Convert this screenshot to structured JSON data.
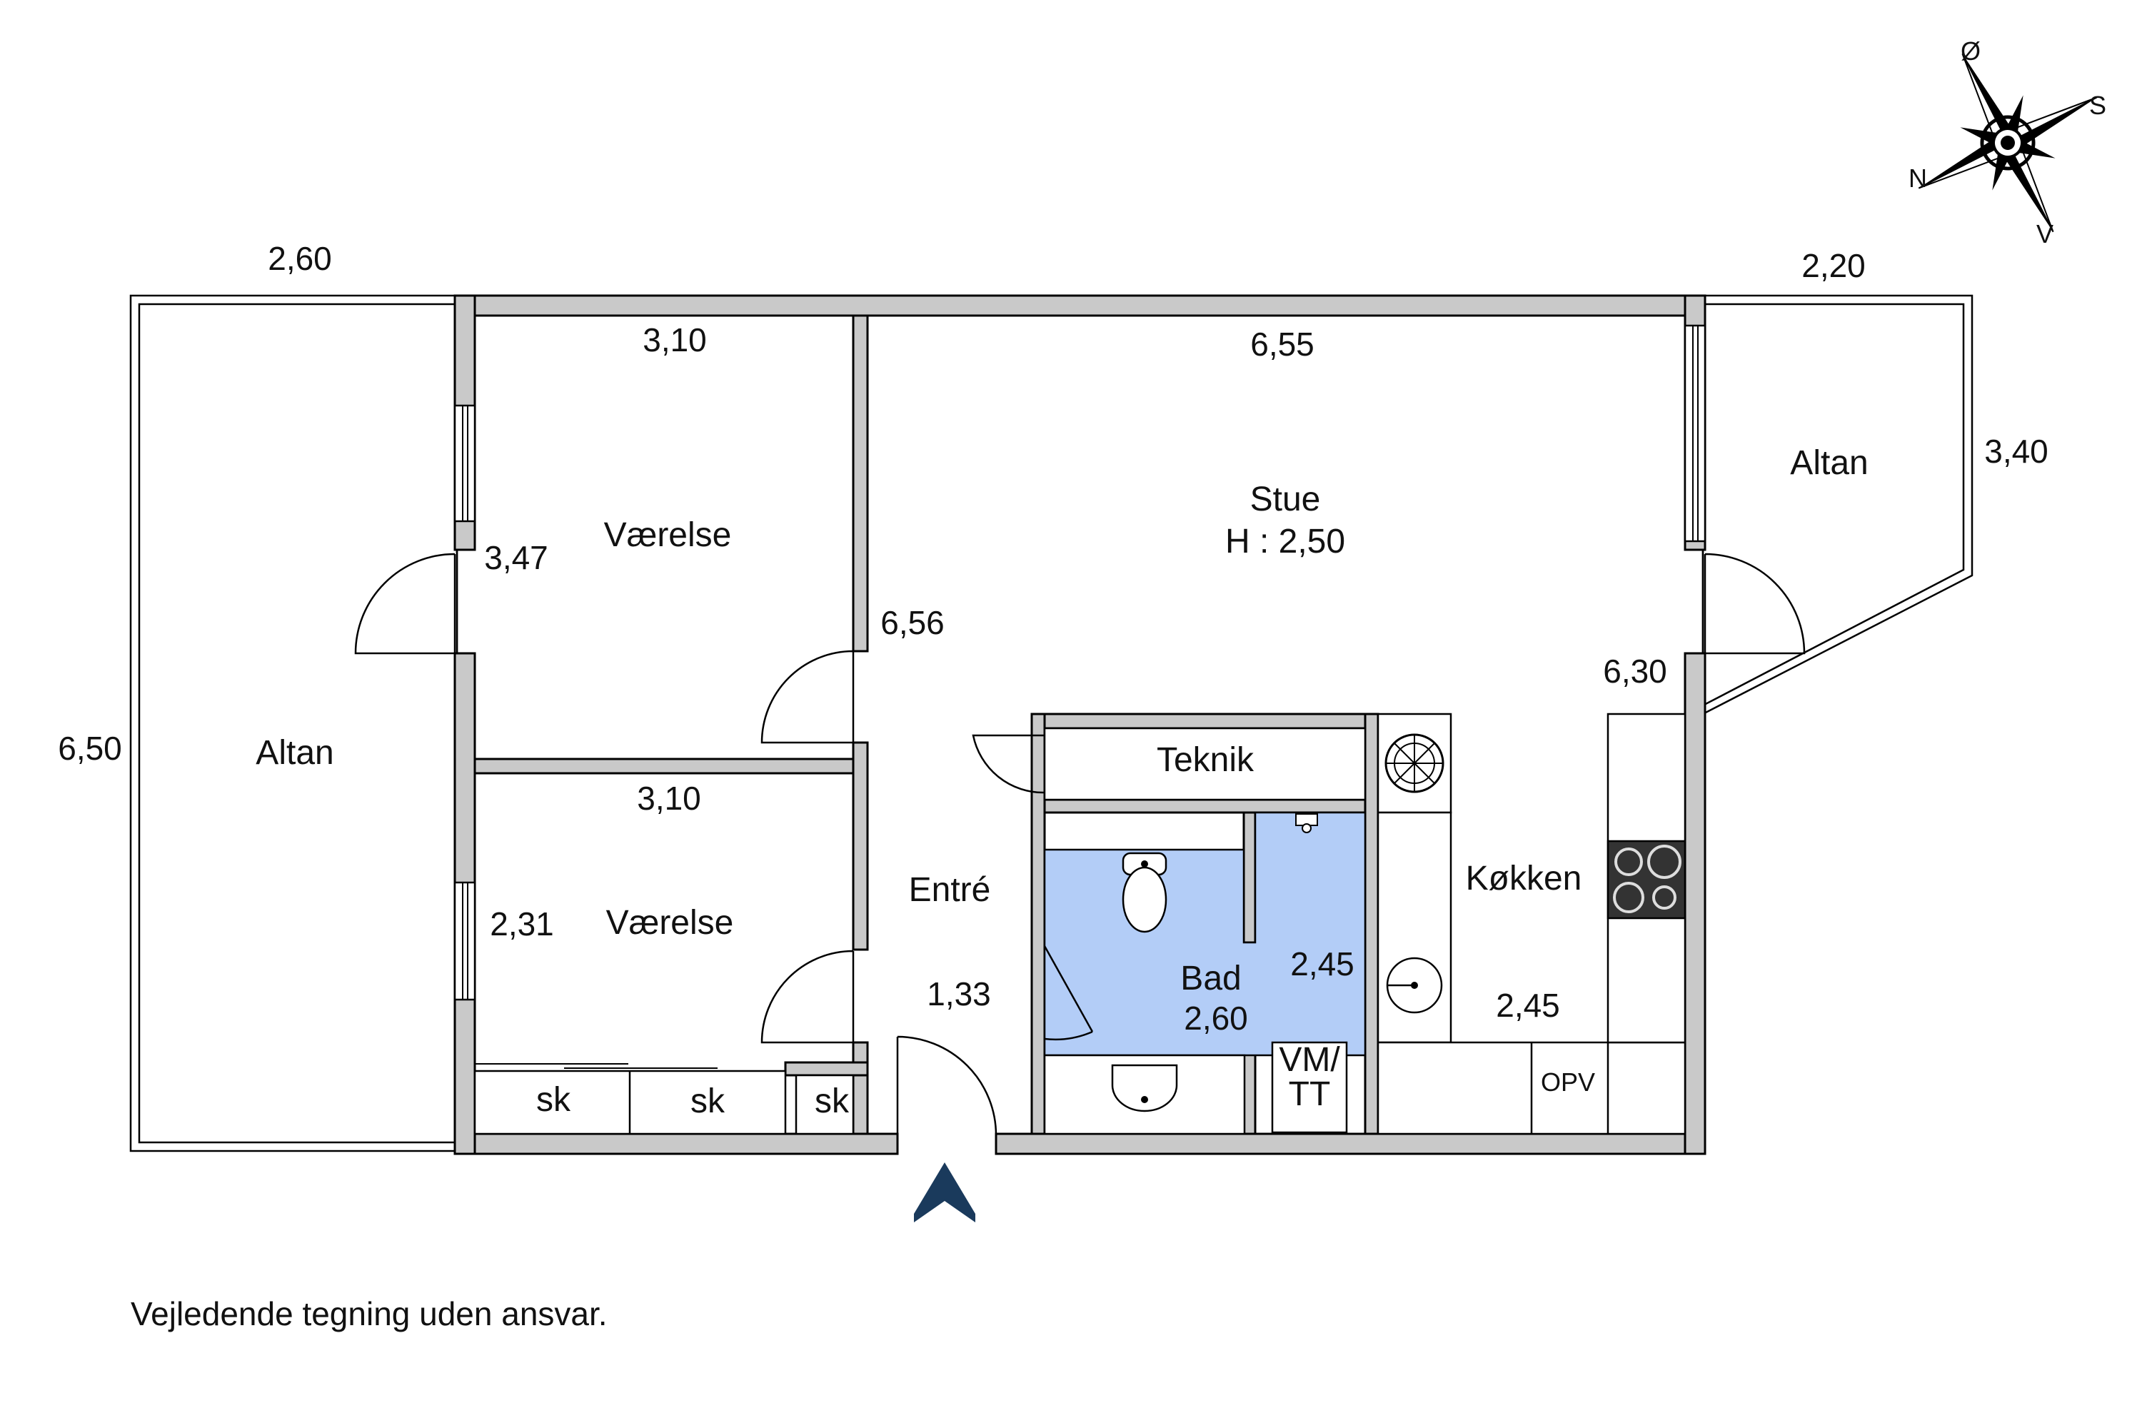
{
  "rooms": {
    "vaerelse_1": "Værelse",
    "vaerelse_2": "Værelse",
    "stue": "Stue",
    "stue_height": "H : 2,50",
    "altan_left": "Altan",
    "altan_right": "Altan",
    "entre": "Entré",
    "teknik": "Teknik",
    "bad": "Bad",
    "koekken": "Køkken",
    "vm_tt_line1": "VM/",
    "vm_tt_line2": "TT",
    "opv": "OPV",
    "sk_1": "sk",
    "sk_2": "sk",
    "sk_3": "sk"
  },
  "dimensions": {
    "altan_left_width": "2,60",
    "altan_left_height": "6,50",
    "vaerelse_1_width": "3,10",
    "vaerelse_1_depth": "3,47",
    "vaerelse_2_width": "3,10",
    "vaerelse_2_depth": "2,31",
    "stue_width": "6,55",
    "stue_depth_left": "6,56",
    "stue_depth_right": "6,30",
    "altan_right_width": "2,20",
    "altan_right_depth": "3,40",
    "entre_width": "1,33",
    "bad_width": "2,45",
    "bad_depth": "2,60",
    "koekken_width": "2,45"
  },
  "compass": {
    "n": "N",
    "s": "S",
    "o": "Ø",
    "v": "V"
  },
  "disclaimer": "Vejledende tegning uden ansvar.",
  "colors": {
    "wall": "#c9c9c9",
    "bath": "#b3cdf7",
    "entrance_arrow": "#1a3a5c"
  }
}
